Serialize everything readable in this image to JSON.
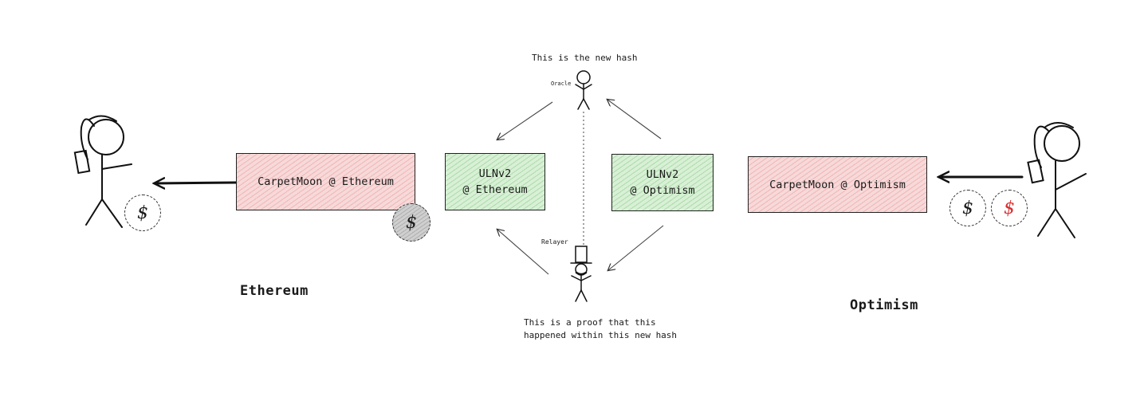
{
  "boxes": {
    "carpetmoon_ethereum": "CarpetMoon @ Ethereum",
    "ulnv2_ethereum": "ULNv2\n@ Ethereum",
    "ulnv2_optimism": "ULNv2\n@ Optimism",
    "carpetmoon_optimism": "CarpetMoon @ Optimism"
  },
  "colors": {
    "contract_box": "#f7d9d9",
    "uln_box": "#d8f0d5",
    "red_dollar": "#d63031"
  },
  "labels": {
    "oracle": "Oracle",
    "relayer": "Relayer",
    "oracle_caption": "This is the new hash",
    "relayer_caption": "This is a proof that this\nhappened within this new hash",
    "ethereum": "Ethereum",
    "optimism": "Optimism"
  },
  "coins": {
    "left_user": "$",
    "ethereum_contract": "$",
    "right_user_black": "$",
    "right_user_red": "$"
  },
  "icons": {
    "left_user": "stick-figure-with-phone-icon",
    "right_user": "stick-figure-with-phone-icon",
    "oracle": "stick-figure-icon",
    "relayer": "stick-figure-top-hat-icon"
  }
}
